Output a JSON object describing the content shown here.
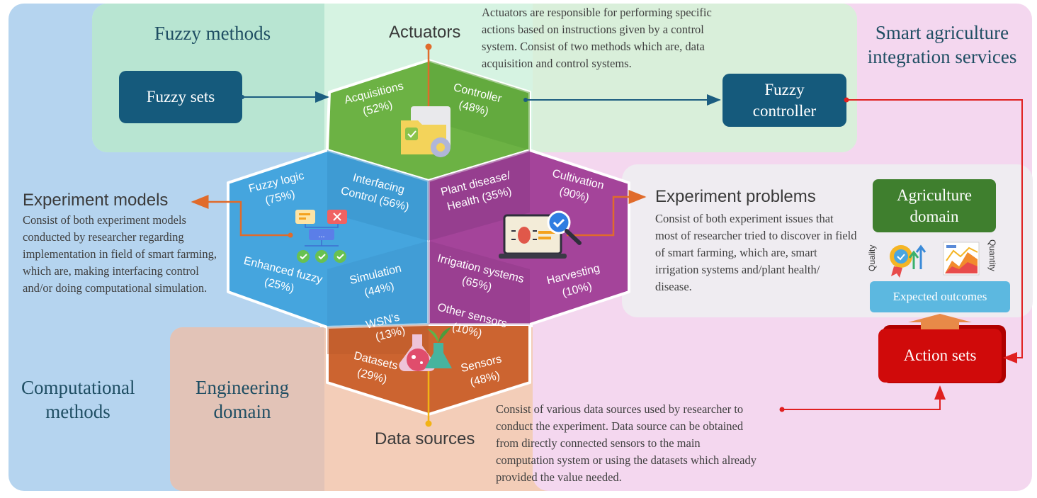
{
  "panels": {
    "computational": "Computational methods",
    "fuzzy_methods": "Fuzzy methods",
    "smart_agriculture": "Smart agriculture integration services",
    "engineering": "Engineering domain"
  },
  "boxes": {
    "fuzzy_sets": "Fuzzy sets",
    "fuzzy_controller": "Fuzzy controller",
    "agriculture_domain": "Agriculture domain",
    "expected_outcomes": "Expected outcomes",
    "action_sets": "Action sets",
    "quality": "Quality",
    "quantity": "Quantity"
  },
  "sections": {
    "actuators": {
      "title": "Actuators",
      "text": "Actuators are responsible for performing specific actions based on instructions given by a control system. Consist of two methods which are, data acquisition and control systems."
    },
    "experiment_models": {
      "title": "Experiment models",
      "text": "Consist of both experiment models conducted by researcher regarding implementation in field of smart farming, which are, making interfacing control and/or doing computational simulation."
    },
    "experiment_problems": {
      "title": "Experiment problems",
      "text": "Consist of both experiment issues that most of researcher tried to discover in field of smart farming, which are, smart irrigation systems and/plant health/ disease."
    },
    "data_sources": {
      "title": "Data sources",
      "text": "Consist of various data sources used by researcher to conduct the experiment. Data source can be obtained from directly connected sensors to the main computation system or using the datasets which already provided the value needed."
    }
  },
  "hex_labels": {
    "acquisitions": [
      "Acquisitions",
      "(52%)"
    ],
    "controller": [
      "Controller",
      "(48%)"
    ],
    "fuzzy_logic": [
      "Fuzzy logic",
      "(75%)"
    ],
    "interfacing": [
      "Interfacing",
      "Control (56%)"
    ],
    "enhanced_fuzzy": [
      "Enhanced fuzzy",
      "(25%)"
    ],
    "simulation": [
      "Simulation",
      "(44%)"
    ],
    "plant_disease": [
      "Plant disease/",
      "Health (35%)"
    ],
    "cultivation": [
      "Cultivation",
      "(90%)"
    ],
    "irrigation": [
      "Irrigation systems",
      "(65%)"
    ],
    "harvesting": [
      "Harvesting",
      "(10%)"
    ],
    "wsn": [
      "WSN's",
      "(13%)"
    ],
    "other_sensors": [
      "Other sensors",
      "(10%)"
    ],
    "datasets": [
      "Datasets",
      "(29%)"
    ],
    "sensors": [
      "Sensors",
      "(48%)"
    ]
  },
  "colors": {
    "green_hex": "#6cb244",
    "blue_hex": "#45a5de",
    "purple_hex": "#a4449a",
    "orange_hex": "#cc6430",
    "navy_box": "#155a7c",
    "agri_green": "#3f7f2e",
    "action_red": "#d00a0a",
    "outcome_blue": "#5cb8e0"
  }
}
